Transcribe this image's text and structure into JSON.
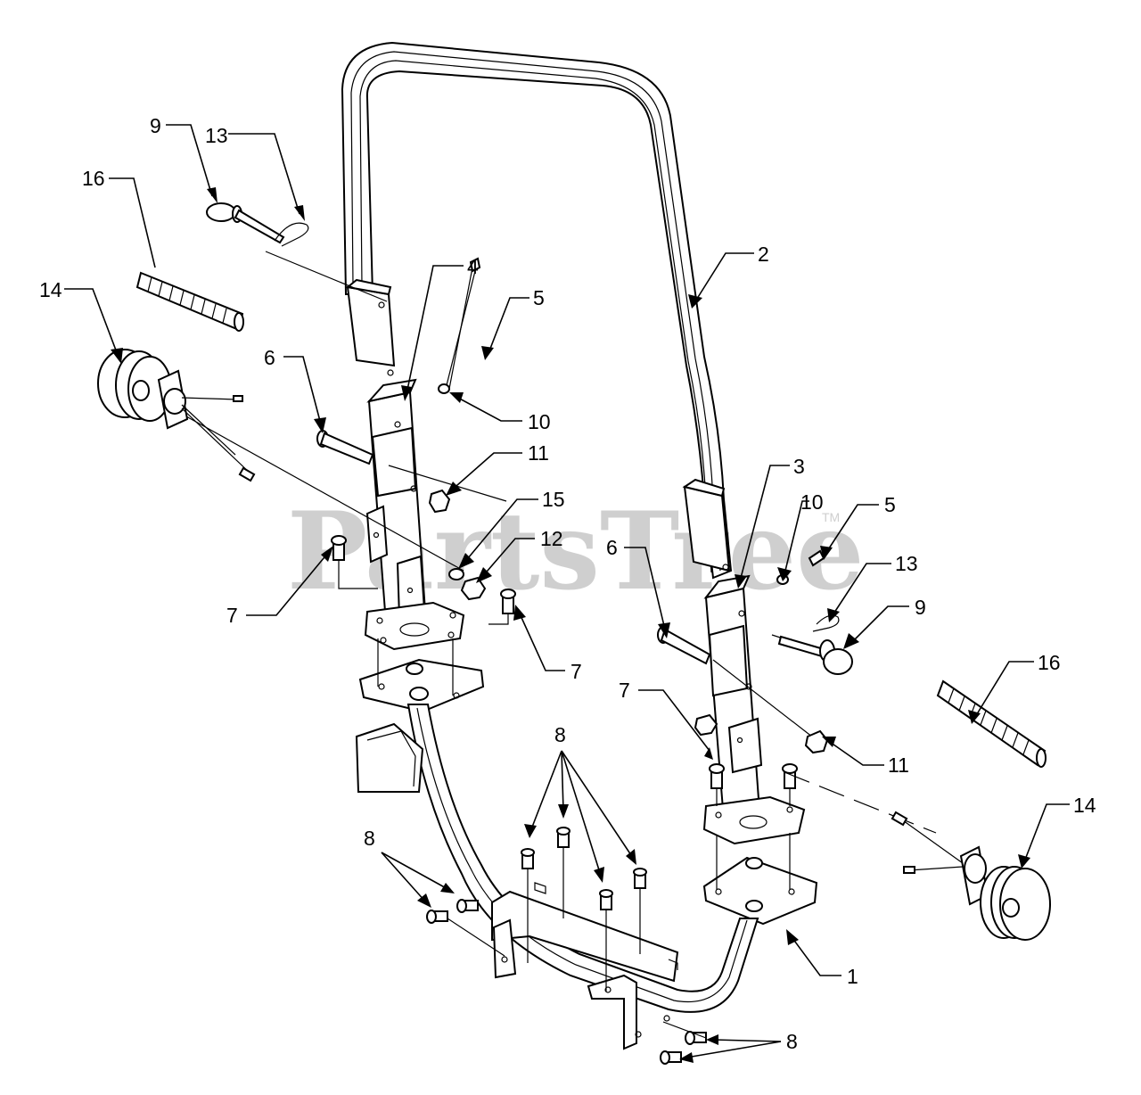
{
  "watermark": {
    "text": "PartsTree",
    "trademark": "TM"
  },
  "callouts": [
    {
      "id": "c9a",
      "text": "9"
    },
    {
      "id": "c13a",
      "text": "13"
    },
    {
      "id": "c16a",
      "text": "16"
    },
    {
      "id": "c14a",
      "text": "14"
    },
    {
      "id": "c4",
      "text": "4"
    },
    {
      "id": "c5a",
      "text": "5"
    },
    {
      "id": "c2",
      "text": "2"
    },
    {
      "id": "c6a",
      "text": "6"
    },
    {
      "id": "c10a",
      "text": "10"
    },
    {
      "id": "c11a",
      "text": "11"
    },
    {
      "id": "c15",
      "text": "15"
    },
    {
      "id": "c12",
      "text": "12"
    },
    {
      "id": "c7a",
      "text": "7"
    },
    {
      "id": "c7b",
      "text": "7"
    },
    {
      "id": "c3",
      "text": "3"
    },
    {
      "id": "c10b",
      "text": "10"
    },
    {
      "id": "c5b",
      "text": "5"
    },
    {
      "id": "c6b",
      "text": "6"
    },
    {
      "id": "c13b",
      "text": "13"
    },
    {
      "id": "c9b",
      "text": "9"
    },
    {
      "id": "c16b",
      "text": "16"
    },
    {
      "id": "c7c",
      "text": "7"
    },
    {
      "id": "c11b",
      "text": "11"
    },
    {
      "id": "c8a",
      "text": "8"
    },
    {
      "id": "c8b",
      "text": "8"
    },
    {
      "id": "c14b",
      "text": "14"
    },
    {
      "id": "c1",
      "text": "1"
    },
    {
      "id": "c8c",
      "text": "8"
    }
  ]
}
